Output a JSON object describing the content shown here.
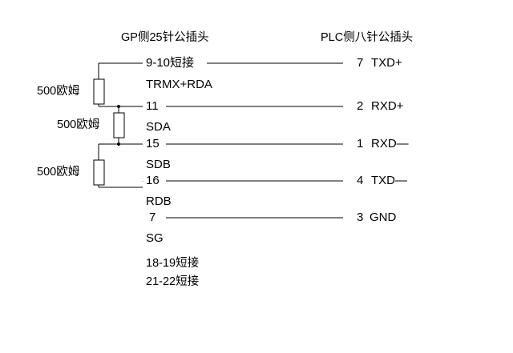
{
  "diagram": {
    "title_left": "GP侧25针公插头",
    "title_right": "PLC侧八针公插头",
    "line_color": "#000000",
    "text_color": "#000000",
    "background": "#ffffff"
  },
  "resistors": [
    {
      "label": "500欧姆"
    },
    {
      "label": "500欧姆"
    },
    {
      "label": "500欧姆"
    }
  ],
  "rows": [
    {
      "left_pin": "9-10短接",
      "left_signal": "TRMX+RDA",
      "right_pin": "7",
      "right_signal": "TXD+"
    },
    {
      "left_pin": "11",
      "left_signal": "SDA",
      "right_pin": "2",
      "right_signal": "RXD+"
    },
    {
      "left_pin": "15",
      "left_signal": "SDB",
      "right_pin": "1",
      "right_signal": "RXD—"
    },
    {
      "left_pin": "16",
      "left_signal": "RDB",
      "right_pin": "4",
      "right_signal": "TXD—"
    },
    {
      "left_pin": "7",
      "left_signal": "SG",
      "right_pin": "3",
      "right_signal": "GND"
    }
  ],
  "notes": [
    "18-19短接",
    "21-22短接"
  ]
}
